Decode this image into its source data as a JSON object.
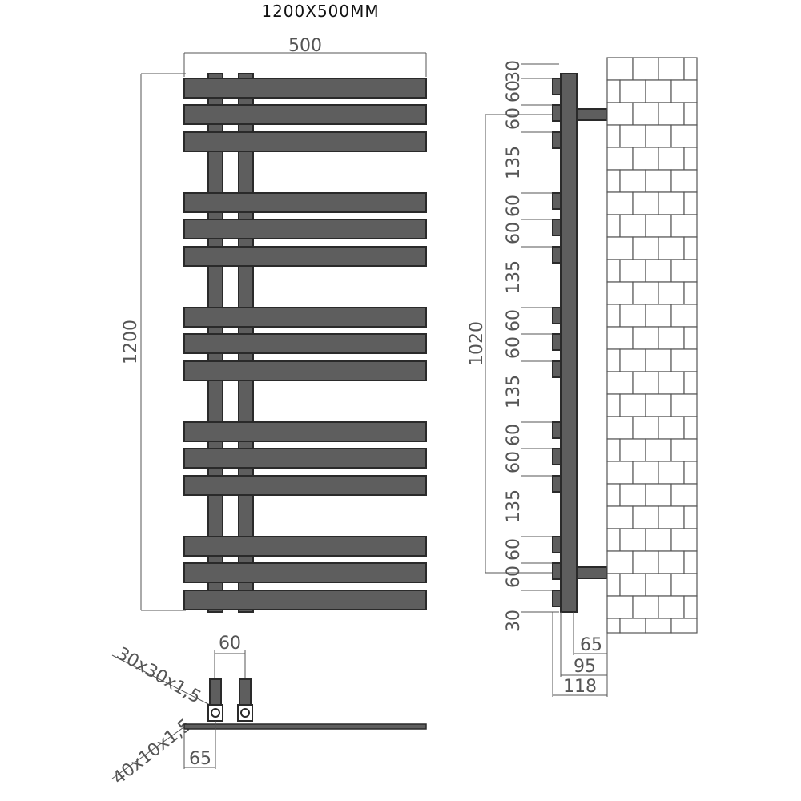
{
  "title": "1200X500MM",
  "front_view": {
    "width_label": "500",
    "height_label": "1200",
    "bar_groups": 5,
    "bars_per_group": 3
  },
  "side_view": {
    "spacing_labels": [
      "30",
      "60",
      "60",
      "135",
      "60",
      "60",
      "135",
      "60",
      "60",
      "135",
      "60",
      "60",
      "135",
      "60",
      "60",
      "30"
    ],
    "overall_label": "1020",
    "depth_labels": [
      "65",
      "95",
      "118"
    ]
  },
  "top_view": {
    "spacing_label": "60",
    "tube_label": "30x30x1,5",
    "bar_label": "40x10x1,5",
    "offset_label": "65"
  }
}
